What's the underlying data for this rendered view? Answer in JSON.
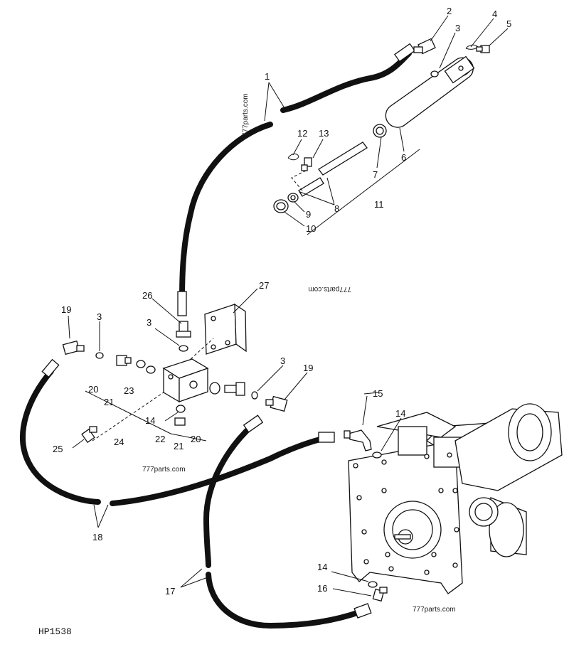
{
  "diagram_code": "HP1538",
  "watermarks": [
    "777parts.com",
    "777parts.com",
    "777parts.com",
    "777parts.com"
  ],
  "callouts": {
    "c1": "1",
    "c2": "2",
    "c3a": "3",
    "c4": "4",
    "c5": "5",
    "c6": "6",
    "c7": "7",
    "c8": "8",
    "c9": "9",
    "c10": "10",
    "c11": "11",
    "c12": "12",
    "c13": "13",
    "c26": "26",
    "c27": "27",
    "c3b": "3",
    "c19a": "19",
    "c3c": "3",
    "c20a": "20",
    "c21a": "21",
    "c23": "23",
    "c3d": "3",
    "c19b": "19",
    "c15": "15",
    "c14a": "14",
    "c24": "24",
    "c22": "22",
    "c21b": "21",
    "c20b": "20",
    "c14b": "14",
    "c25": "25",
    "c18": "18",
    "c17": "17",
    "c14c": "14",
    "c16": "16"
  }
}
